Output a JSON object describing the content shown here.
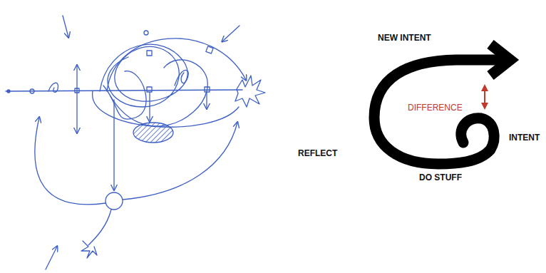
{
  "diagram": {
    "labels": [
      "NEW INTENT",
      "DIFFERENCE",
      "INTENT",
      "REFLECT",
      "DO STUFF"
    ]
  }
}
